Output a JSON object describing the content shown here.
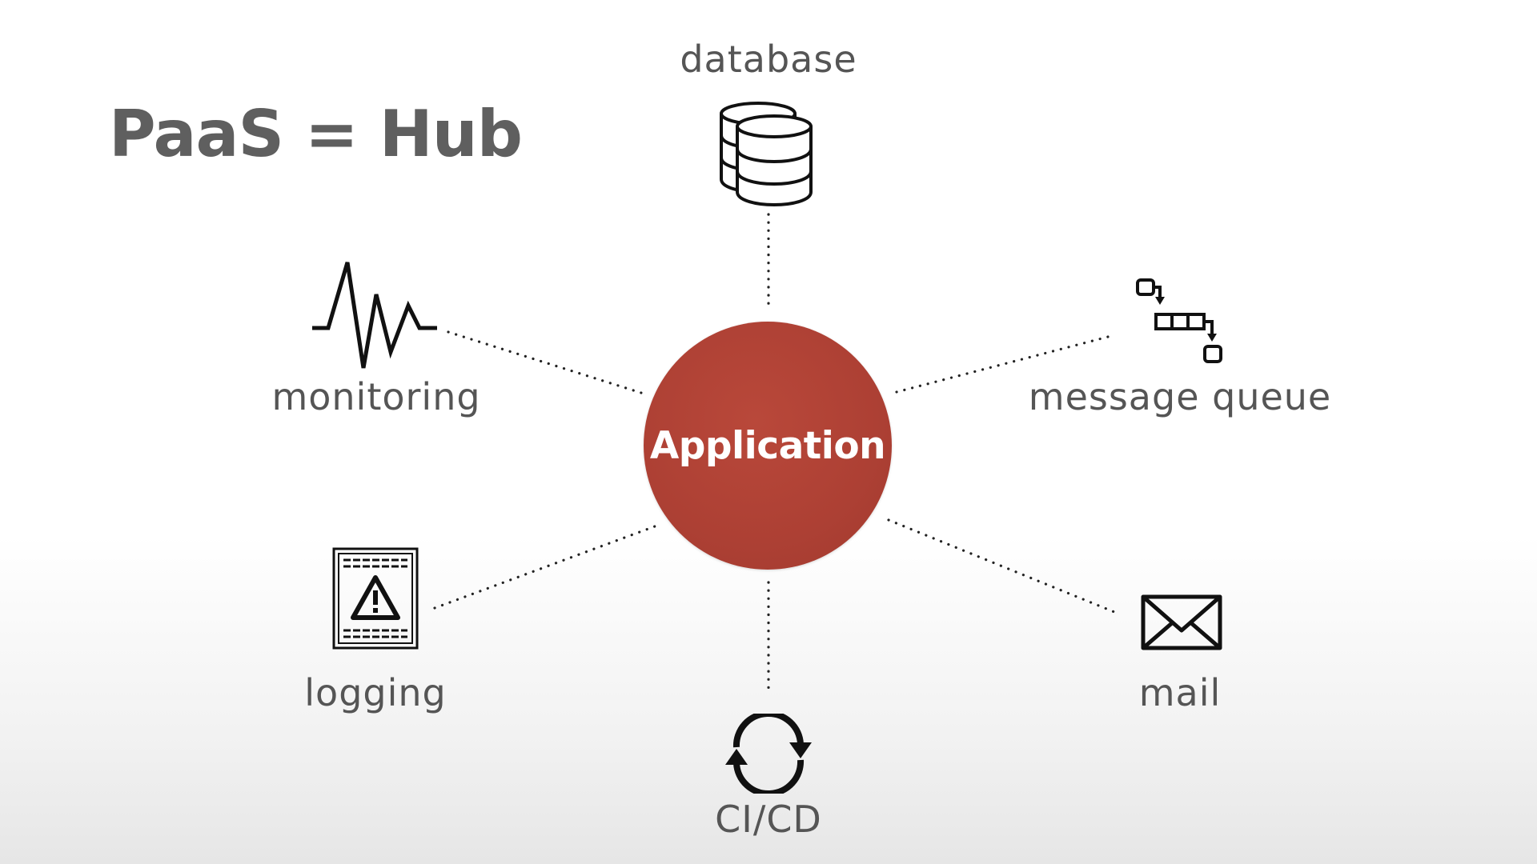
{
  "title": "PaaS = Hub",
  "hub": {
    "label": "Application",
    "color": "#ad4034"
  },
  "nodes": [
    {
      "id": "database",
      "label": "database",
      "icon": "database-icon"
    },
    {
      "id": "monitoring",
      "label": "monitoring",
      "icon": "heartbeat-icon"
    },
    {
      "id": "message_queue",
      "label": "message queue",
      "icon": "queue-icon"
    },
    {
      "id": "logging",
      "label": "logging",
      "icon": "warning-log-icon"
    },
    {
      "id": "mail",
      "label": "mail",
      "icon": "envelope-icon"
    },
    {
      "id": "cicd",
      "label": "CI/CD",
      "icon": "refresh-icon"
    }
  ]
}
